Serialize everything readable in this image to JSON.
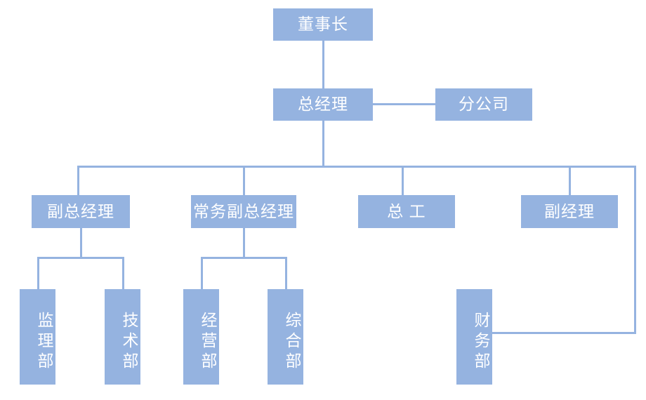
{
  "chart_data": {
    "type": "diagram",
    "diagram_type": "organization-chart",
    "title": "",
    "orientation": "top-down",
    "box_color": "#95b3e0",
    "line_color": "#95b3e0",
    "text_color": "#ffffff",
    "background": "#ffffff",
    "levels": [
      {
        "level": 1,
        "nodes": [
          "董事长"
        ]
      },
      {
        "level": 2,
        "nodes": [
          "总经理",
          "分公司"
        ]
      },
      {
        "level": 3,
        "nodes": [
          "副总经理",
          "常务副总经理",
          "总 工",
          "副经理"
        ]
      },
      {
        "level": 4,
        "nodes": [
          "监理部",
          "技术部",
          "经营部",
          "综合部",
          "财务部"
        ]
      }
    ],
    "edges": [
      {
        "from": "董事长",
        "to": "总经理"
      },
      {
        "from": "总经理",
        "to": "分公司"
      },
      {
        "from": "总经理",
        "to": "副总经理"
      },
      {
        "from": "总经理",
        "to": "常务副总经理"
      },
      {
        "from": "总经理",
        "to": "总 工"
      },
      {
        "from": "总经理",
        "to": "副经理"
      },
      {
        "from": "总经理",
        "to": "财务部"
      },
      {
        "from": "副总经理",
        "to": "监理部"
      },
      {
        "from": "副总经理",
        "to": "技术部"
      },
      {
        "from": "常务副总经理",
        "to": "经营部"
      },
      {
        "from": "常务副总经理",
        "to": "综合部"
      }
    ]
  },
  "nodes": {
    "chairman": {
      "label": "董事长"
    },
    "general_manager": {
      "label": "总经理"
    },
    "branch_company": {
      "label": "分公司"
    },
    "deputy_general_manager": {
      "label": "副总经理"
    },
    "executive_deputy_general_manager": {
      "label": "常务副总经理"
    },
    "chief_engineer": {
      "label": "总 工"
    },
    "deputy_manager": {
      "label": "副经理"
    },
    "supervision_dept": {
      "label": "监理部"
    },
    "technology_dept": {
      "label": "技术部"
    },
    "operations_dept": {
      "label": "经营部"
    },
    "general_affairs_dept": {
      "label": "综合部"
    },
    "finance_dept": {
      "label": "财务部"
    }
  }
}
